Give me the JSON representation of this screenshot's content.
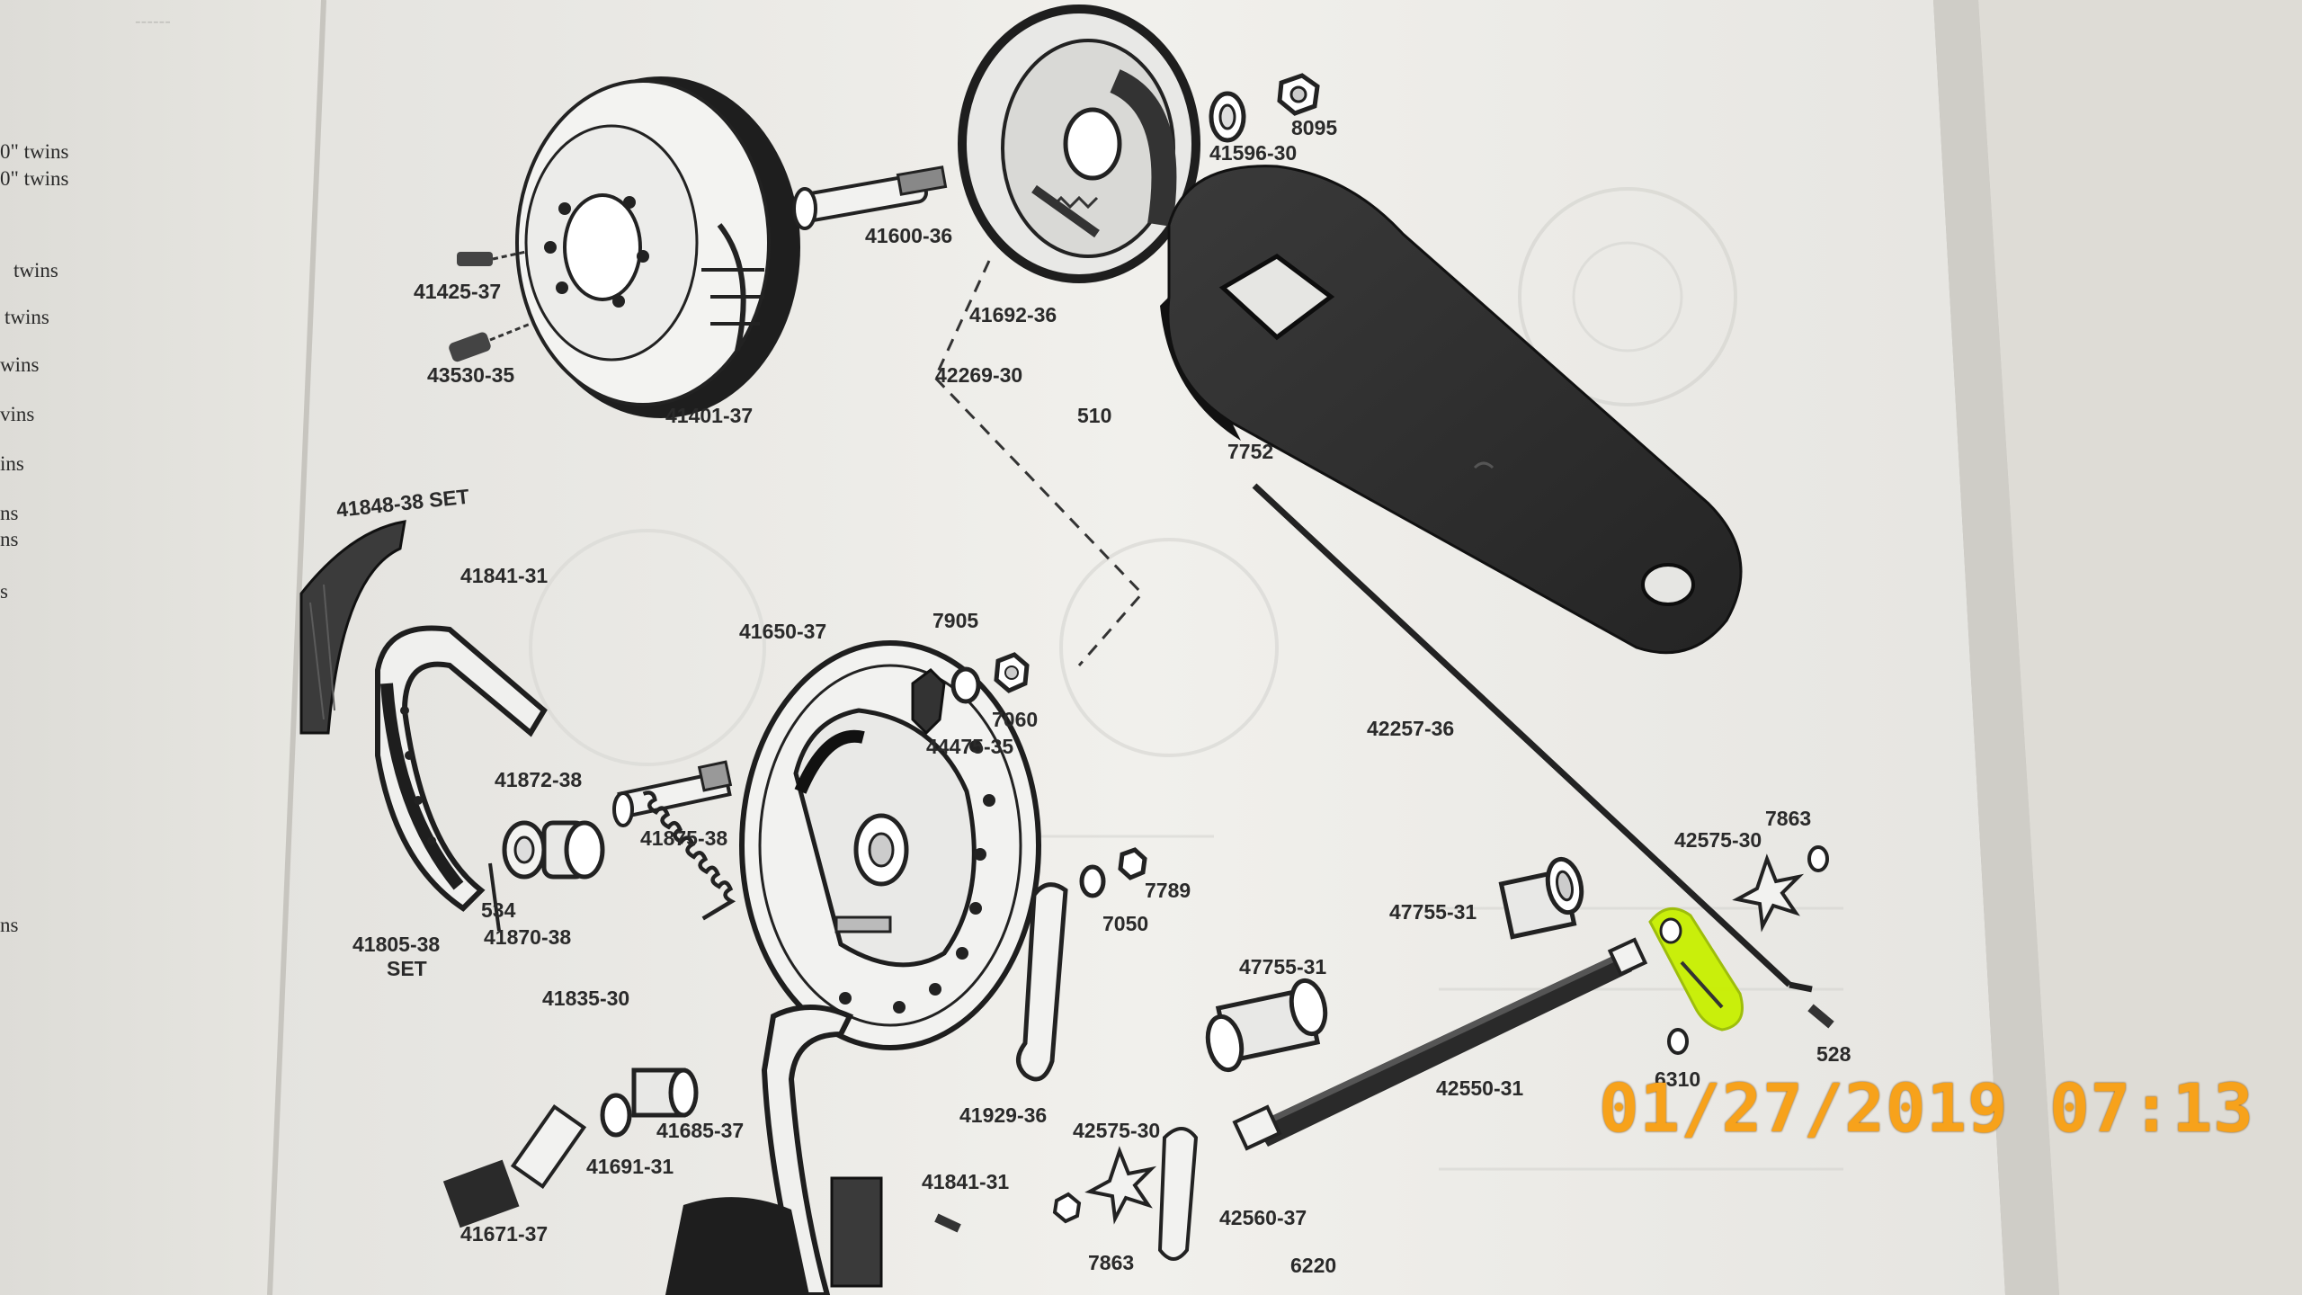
{
  "left_page_fragments": [
    "0\" twins",
    "0\" twins",
    "twins",
    "twins",
    "wins",
    "vins",
    "ins",
    "ns",
    "ns",
    "s",
    "ns"
  ],
  "part_labels": {
    "p41596_30": "41596-30",
    "p8095": "8095",
    "p41600_36": "41600-36",
    "p41425_37": "41425-37",
    "p43530_35": "43530-35",
    "p41401_37": "41401-37",
    "p41692_36": "41692-36",
    "p42269_30": "42269-30",
    "p510": "510",
    "p7752": "7752",
    "p41848_38": "41848-38 SET",
    "p41841_31a": "41841-31",
    "p41650_37": "41650-37",
    "p7905": "7905",
    "p7060": "7060",
    "p44475_35": "44475-35",
    "p42257_36": "42257-36",
    "p41872_38": "41872-38",
    "p41875_38": "41875-38",
    "p534": "534",
    "p41870_38": "41870-38",
    "p41805_38": "41805-38",
    "p41805_set": "SET",
    "p41835_30": "41835-30",
    "p7789": "7789",
    "p7050": "7050",
    "p47755_31a": "47755-31",
    "p47755_31b": "47755-31",
    "p7863a": "7863",
    "p42575_30a": "42575-30",
    "p528": "528",
    "p6310": "6310",
    "p42550_31": "42550-31",
    "p41929_36": "41929-36",
    "p42575_30b": "42575-30",
    "p41685_37": "41685-37",
    "p41691_31": "41691-31",
    "p41671_37": "41671-37",
    "p41841_31b": "41841-31",
    "p42560_37": "42560-37",
    "p7863b": "7863",
    "p6220": "6220"
  },
  "timestamp": "01/27/2019  07:13",
  "colors": {
    "highlight": "#c8f000",
    "stamp": "#f7a21b",
    "paper": "#ededeb",
    "tool": "#2b2b2b"
  }
}
